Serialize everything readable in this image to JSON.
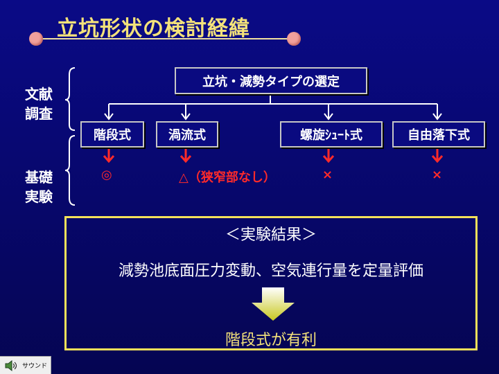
{
  "title": "立坑形状の検討経緯",
  "side": {
    "literature_1": "文献",
    "literature_2": "調査",
    "experiment_1": "基礎",
    "experiment_2": "実験"
  },
  "selection_box": "立坑・減勢タイプの選定",
  "types": [
    {
      "label": "階段式",
      "result": "◎"
    },
    {
      "label": "渦流式",
      "result": "△（狭窄部なし）"
    },
    {
      "label": "螺旋ｼｭｰﾄ式",
      "result": "×"
    },
    {
      "label": "自由落下式",
      "result": "×"
    }
  ],
  "results": {
    "heading": "＜実験結果＞",
    "line": "減勢池底面圧力変動、空気連行量を定量評価",
    "conclusion": "階段式が有利"
  },
  "footer": {
    "label": "サウンド",
    "icon": "speaker-icon"
  },
  "colors": {
    "background": "#07076a",
    "title": "#f4e27a",
    "marks": "#ff2a2a",
    "result_border": "#f5e15a"
  }
}
